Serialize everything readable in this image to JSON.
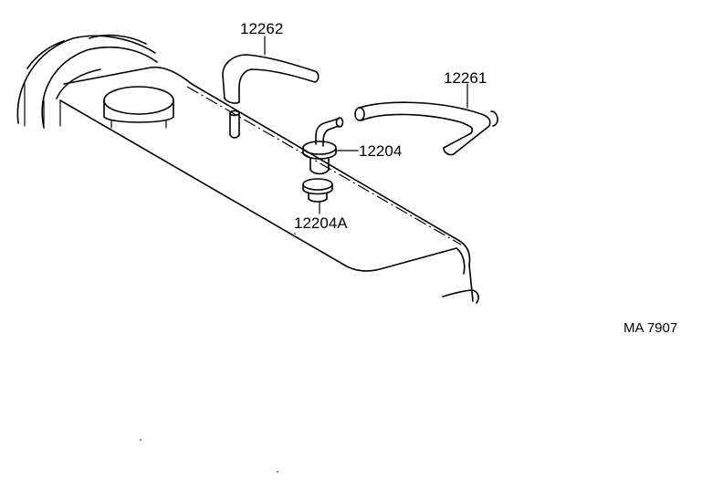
{
  "labels": {
    "hose_upper": "12262",
    "hose_right": "12261",
    "pcv_valve": "12204",
    "grommet": "12204A"
  },
  "reference": "MA 7907"
}
